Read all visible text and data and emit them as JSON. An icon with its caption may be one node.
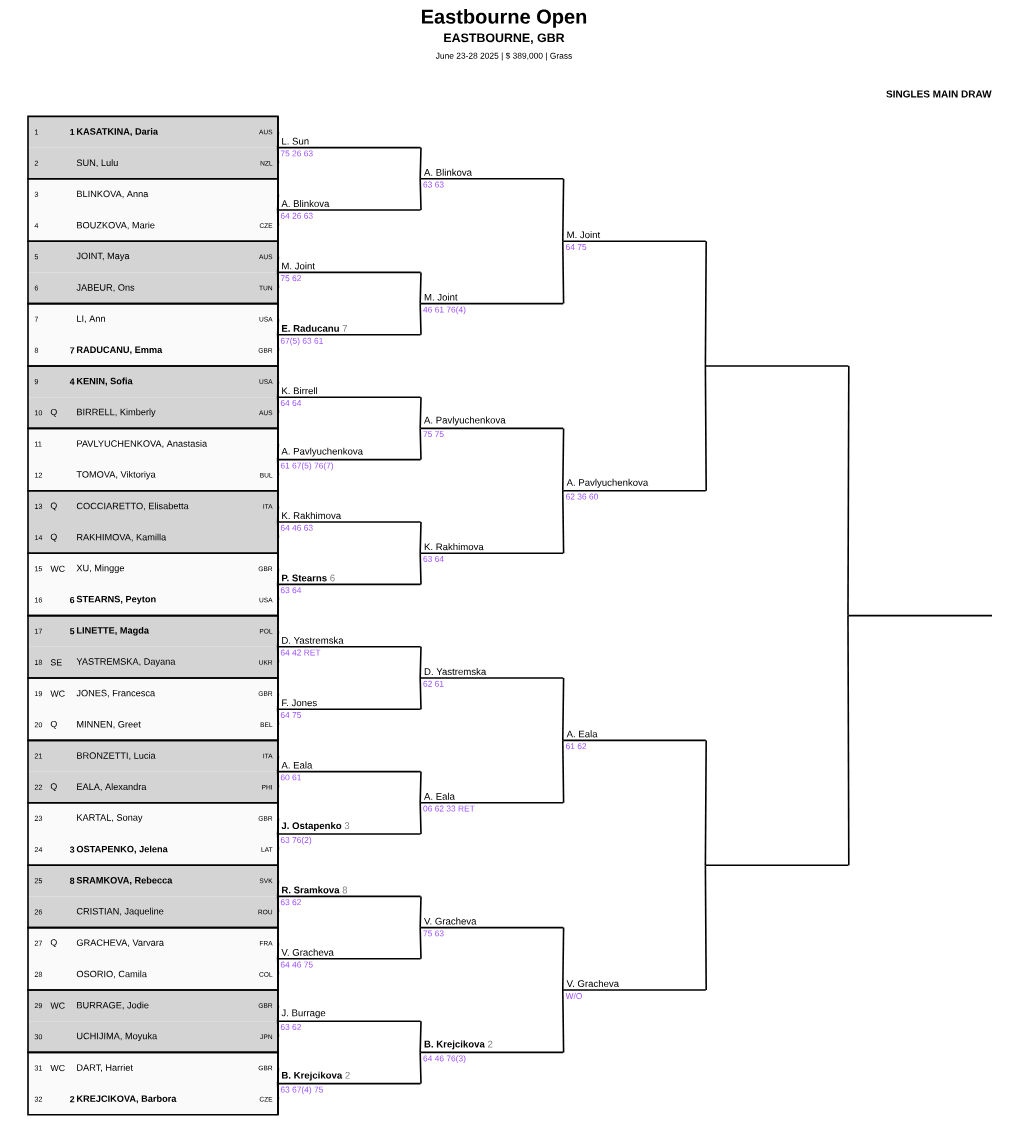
{
  "diagram": {
    "title": "Eastbourne Open",
    "labels": [
      "EASTBOURNE, GBR",
      "June 23-28 2025 | $ 389,000 | Grass",
      "SINGLES MAIN DRAW"
    ],
    "nodes": [
      {
        "text": [
          "1",
          "1",
          "KASATKINA, Daria",
          "AUS"
        ]
      },
      {
        "text": [
          "2",
          "SUN, Lulu",
          "NZL"
        ]
      },
      {
        "text": [
          "3",
          "BLINKOVA, Anna"
        ]
      },
      {
        "text": [
          "4",
          "BOUZKOVA, Marie",
          "CZE"
        ]
      },
      {
        "text": [
          "5",
          "JOINT, Maya",
          "AUS"
        ]
      },
      {
        "text": [
          "6",
          "JABEUR, Ons",
          "TUN"
        ]
      },
      {
        "text": [
          "7",
          "LI, Ann",
          "USA"
        ]
      },
      {
        "text": [
          "8",
          "7",
          "RADUCANU, Emma",
          "GBR"
        ]
      },
      {
        "text": [
          "9",
          "4",
          "KENIN, Sofia",
          "USA"
        ]
      },
      {
        "text": [
          "10",
          "Q",
          "BIRRELL, Kimberly",
          "AUS"
        ]
      },
      {
        "text": [
          "11",
          "PAVLYUCHENKOVA, Anastasia"
        ]
      },
      {
        "text": [
          "12",
          "TOMOVA, Viktoriya",
          "BUL"
        ]
      },
      {
        "text": [
          "13",
          "Q",
          "COCCIARETTO, Elisabetta",
          "ITA"
        ]
      },
      {
        "text": [
          "14",
          "Q",
          "RAKHIMOVA, Kamilla"
        ]
      },
      {
        "text": [
          "15",
          "WC",
          "XU, Mingge",
          "GBR"
        ]
      },
      {
        "text": [
          "16",
          "6",
          "STEARNS, Peyton",
          "USA"
        ]
      },
      {
        "text": [
          "17",
          "5",
          "LINETTE, Magda",
          "POL"
        ]
      },
      {
        "text": [
          "18",
          "SE",
          "YASTREMSKA, Dayana",
          "UKR"
        ]
      },
      {
        "text": [
          "19",
          "WC",
          "JONES, Francesca",
          "GBR"
        ]
      },
      {
        "text": [
          "20",
          "Q",
          "MINNEN, Greet",
          "BEL"
        ]
      },
      {
        "text": [
          "21",
          "BRONZETTI, Lucia",
          "ITA"
        ]
      },
      {
        "text": [
          "22",
          "Q",
          "EALA, Alexandra",
          "PHI"
        ]
      },
      {
        "text": [
          "23",
          "KARTAL, Sonay",
          "GBR"
        ]
      },
      {
        "text": [
          "24",
          "3",
          "OSTAPENKO, Jelena",
          "LAT"
        ]
      },
      {
        "text": [
          "25",
          "8",
          "SRAMKOVA, Rebecca",
          "SVK"
        ]
      },
      {
        "text": [
          "26",
          "CRISTIAN, Jaqueline",
          "ROU"
        ]
      },
      {
        "text": [
          "27",
          "Q",
          "GRACHEVA, Varvara",
          "FRA"
        ]
      },
      {
        "text": [
          "28",
          "OSORIO, Camila",
          "COL"
        ]
      },
      {
        "text": [
          "29",
          "WC",
          "BURRAGE, Jodie",
          "GBR"
        ]
      },
      {
        "text": [
          "30",
          "UCHIJIMA, Moyuka",
          "JPN"
        ]
      },
      {
        "text": [
          "31",
          "WC",
          "DART, Harriet",
          "GBR"
        ]
      },
      {
        "text": [
          "32",
          "2",
          "KREJCIKOVA, Barbora",
          "CZE"
        ]
      },
      {
        "text": [
          "L. Sun",
          "75 26 63"
        ]
      },
      {
        "text": [
          "A. Blinkova",
          "64 26 63"
        ]
      },
      {
        "text": [
          "M. Joint",
          "75 62"
        ]
      },
      {
        "text": [
          "E. Raducanu",
          "7",
          "67(5) 63 61"
        ]
      },
      {
        "text": [
          "K. Birrell",
          "64 64"
        ]
      },
      {
        "text": [
          "A. Pavlyuchenkova",
          "61 67(5) 76(7)"
        ]
      },
      {
        "text": [
          "K. Rakhimova",
          "64 46 63"
        ]
      },
      {
        "text": [
          "P. Stearns",
          "6",
          "63 64"
        ]
      },
      {
        "text": [
          "D. Yastremska",
          "64 42 RET"
        ]
      },
      {
        "text": [
          "F. Jones",
          "64 75"
        ]
      },
      {
        "text": [
          "A. Eala",
          "60 61"
        ]
      },
      {
        "text": [
          "J. Ostapenko",
          "3",
          "63 76(2)"
        ]
      },
      {
        "text": [
          "R. Sramkova",
          "8",
          "63 62"
        ]
      },
      {
        "text": [
          "V. Gracheva",
          "64 46 75"
        ]
      },
      {
        "text": [
          "J. Burrage",
          "63 62"
        ]
      },
      {
        "text": [
          "B. Krejcikova",
          "2",
          "63 67(4) 75"
        ]
      },
      {
        "text": [
          "A. Blinkova",
          "63 63"
        ]
      },
      {
        "text": [
          "M. Joint",
          "46 61 76(4)"
        ]
      },
      {
        "text": [
          "A. Pavlyuchenkova",
          "75 75"
        ]
      },
      {
        "text": [
          "K. Rakhimova",
          "63 64"
        ]
      },
      {
        "text": [
          "D. Yastremska",
          "62 61"
        ]
      },
      {
        "text": [
          "A. Eala",
          "06 62 33 RET"
        ]
      },
      {
        "text": [
          "V. Gracheva",
          "75 63"
        ]
      },
      {
        "text": [
          "B. Krejcikova",
          "2",
          "64 46 76(3)"
        ]
      },
      {
        "text": [
          "M. Joint",
          "64 75"
        ]
      },
      {
        "text": [
          "A. Pavlyuchenkova",
          "62 36 60"
        ]
      },
      {
        "text": [
          "A. Eala",
          "61 62"
        ]
      },
      {
        "text": [
          "V. Gracheva",
          "W/O"
        ]
      },
      {
        "text": [],
        "shape": "line"
      },
      {
        "text": [],
        "shape": "line"
      },
      {
        "text": [],
        "shape": "line"
      }
    ],
    "edges": [
      {
        "from": 0,
        "to": 32,
        "arrow": "none"
      },
      {
        "from": 1,
        "to": 32,
        "arrow": "none"
      },
      {
        "from": 2,
        "to": 33,
        "arrow": "none"
      },
      {
        "from": 3,
        "to": 33,
        "arrow": "none"
      },
      {
        "from": 4,
        "to": 34,
        "arrow": "none"
      },
      {
        "from": 5,
        "to": 34,
        "arrow": "none"
      },
      {
        "from": 6,
        "to": 35,
        "arrow": "none"
      },
      {
        "from": 7,
        "to": 35,
        "arrow": "none"
      },
      {
        "from": 8,
        "to": 36,
        "arrow": "none"
      },
      {
        "from": 9,
        "to": 36,
        "arrow": "none"
      },
      {
        "from": 10,
        "to": 37,
        "arrow": "none"
      },
      {
        "from": 11,
        "to": 37,
        "arrow": "none"
      },
      {
        "from": 12,
        "to": 38,
        "arrow": "none"
      },
      {
        "from": 13,
        "to": 38,
        "arrow": "none"
      },
      {
        "from": 14,
        "to": 39,
        "arrow": "none"
      },
      {
        "from": 15,
        "to": 39,
        "arrow": "none"
      },
      {
        "from": 16,
        "to": 40,
        "arrow": "none"
      },
      {
        "from": 17,
        "to": 40,
        "arrow": "none"
      },
      {
        "from": 18,
        "to": 41,
        "arrow": "none"
      },
      {
        "from": 19,
        "to": 41,
        "arrow": "none"
      },
      {
        "from": 20,
        "to": 42,
        "arrow": "none"
      },
      {
        "from": 21,
        "to": 42,
        "arrow": "none"
      },
      {
        "from": 22,
        "to": 43,
        "arrow": "none"
      },
      {
        "from": 23,
        "to": 43,
        "arrow": "none"
      },
      {
        "from": 24,
        "to": 44,
        "arrow": "none"
      },
      {
        "from": 25,
        "to": 44,
        "arrow": "none"
      },
      {
        "from": 26,
        "to": 45,
        "arrow": "none"
      },
      {
        "from": 27,
        "to": 45,
        "arrow": "none"
      },
      {
        "from": 28,
        "to": 46,
        "arrow": "none"
      },
      {
        "from": 29,
        "to": 46,
        "arrow": "none"
      },
      {
        "from": 30,
        "to": 47,
        "arrow": "none"
      },
      {
        "from": 31,
        "to": 47,
        "arrow": "none"
      },
      {
        "from": 32,
        "to": 48,
        "arrow": "none"
      },
      {
        "from": 33,
        "to": 48,
        "arrow": "none"
      },
      {
        "from": 34,
        "to": 49,
        "arrow": "none"
      },
      {
        "from": 35,
        "to": 49,
        "arrow": "none"
      },
      {
        "from": 36,
        "to": 50,
        "arrow": "none"
      },
      {
        "from": 37,
        "to": 50,
        "arrow": "none"
      },
      {
        "from": 38,
        "to": 51,
        "arrow": "none"
      },
      {
        "from": 39,
        "to": 51,
        "arrow": "none"
      },
      {
        "from": 40,
        "to": 52,
        "arrow": "none"
      },
      {
        "from": 41,
        "to": 52,
        "arrow": "none"
      },
      {
        "from": 42,
        "to": 53,
        "arrow": "none"
      },
      {
        "from": 43,
        "to": 53,
        "arrow": "none"
      },
      {
        "from": 44,
        "to": 54,
        "arrow": "none"
      },
      {
        "from": 45,
        "to": 54,
        "arrow": "none"
      },
      {
        "from": 46,
        "to": 55,
        "arrow": "none"
      },
      {
        "from": 47,
        "to": 55,
        "arrow": "none"
      },
      {
        "from": 48,
        "to": 56,
        "arrow": "none"
      },
      {
        "from": 49,
        "to": 56,
        "arrow": "none"
      },
      {
        "from": 50,
        "to": 57,
        "arrow": "none"
      },
      {
        "from": 51,
        "to": 57,
        "arrow": "none"
      },
      {
        "from": 52,
        "to": 58,
        "arrow": "none"
      },
      {
        "from": 53,
        "to": 58,
        "arrow": "none"
      },
      {
        "from": 54,
        "to": 59,
        "arrow": "none"
      },
      {
        "from": 55,
        "to": 59,
        "arrow": "none"
      },
      {
        "from": 56,
        "to": 60,
        "arrow": "none"
      },
      {
        "from": 57,
        "to": 60,
        "arrow": "none"
      },
      {
        "from": 58,
        "to": 61,
        "arrow": "none"
      },
      {
        "from": 59,
        "to": 61,
        "arrow": "none"
      },
      {
        "from": 60,
        "to": 62,
        "arrow": "none"
      },
      {
        "from": 61,
        "to": 62,
        "arrow": "none"
      }
    ]
  }
}
